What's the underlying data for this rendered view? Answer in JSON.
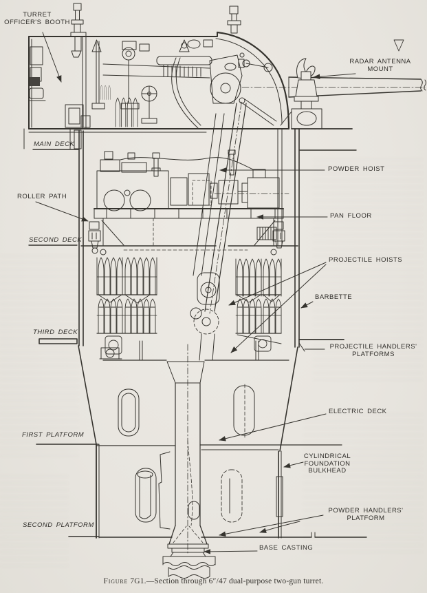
{
  "colors": {
    "paper": "#eae7e1",
    "ink": "#35332e"
  },
  "labels": {
    "turret_officers_booth": {
      "lines": [
        "TURRET",
        "OFFICER'S BOOTH"
      ]
    },
    "radar_antenna_mount": {
      "lines": [
        "RADAR ANTENNA",
        "MOUNT"
      ]
    },
    "main_deck": {
      "text": "MAIN DECK"
    },
    "roller_path": {
      "text": "ROLLER PATH"
    },
    "second_deck": {
      "text": "SECOND DECK"
    },
    "powder_hoist": {
      "text": "POWDER HOIST"
    },
    "pan_floor": {
      "text": "PAN FLOOR"
    },
    "projectile_hoists": {
      "text": "PROJECTILE HOISTS"
    },
    "barbette": {
      "text": "BARBETTE"
    },
    "third_deck": {
      "text": "THIRD DECK"
    },
    "projectile_handlers_platforms": {
      "lines": [
        "PROJECTILE HANDLERS'",
        "PLATFORMS"
      ]
    },
    "electric_deck": {
      "text": "ELECTRIC DECK"
    },
    "first_platform": {
      "text": "FIRST PLATFORM"
    },
    "cylindrical_foundation_bulkhead": {
      "lines": [
        "CYLINDRICAL",
        "FOUNDATION",
        "BULKHEAD"
      ]
    },
    "second_platform": {
      "text": "SECOND PLATFORM"
    },
    "powder_handlers_platform": {
      "lines": [
        "POWDER HANDLERS'",
        "PLATFORM"
      ]
    },
    "base_casting": {
      "text": "BASE CASTING"
    }
  },
  "caption": {
    "figure_word": "Figure",
    "number": "7G1.",
    "rest": "—Section through 6″/47 dual-purpose two-gun turret."
  }
}
